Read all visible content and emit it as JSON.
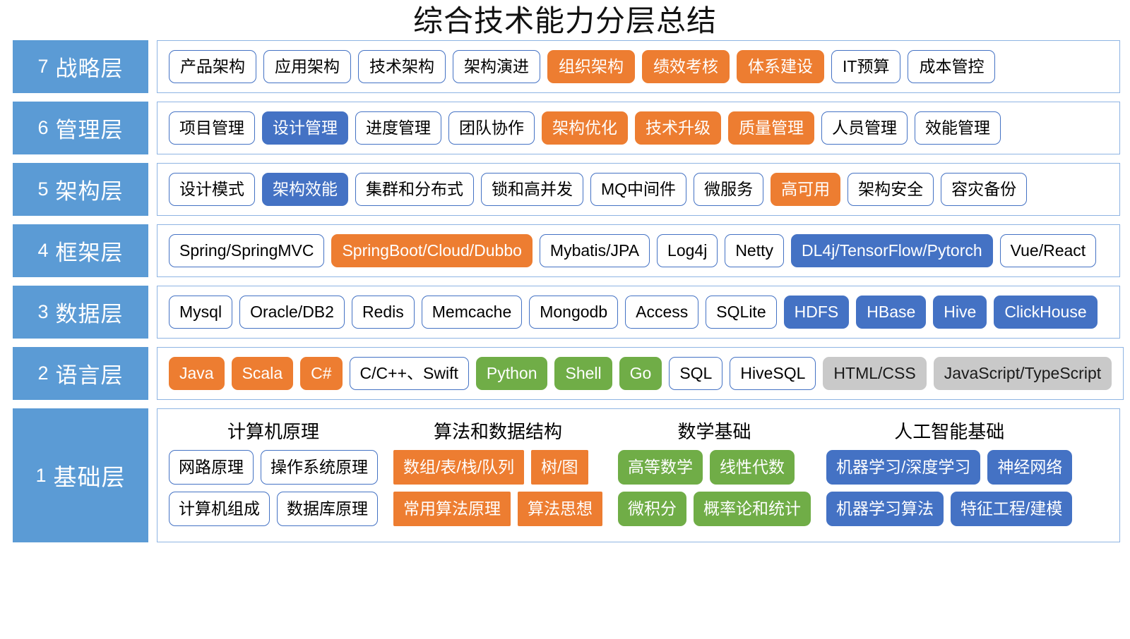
{
  "title": "综合技术能力分层总结",
  "colors": {
    "label_blue": "#5B9BD5",
    "accent_orange": "#ED7D31",
    "accent_blue": "#4472C4",
    "accent_green": "#70AD47",
    "accent_gray": "#C9C9C9",
    "border_blue": "#4472C4"
  },
  "layers": [
    {
      "num": "7",
      "name": "战略层",
      "chips": [
        {
          "label": "产品架构",
          "style": "plain"
        },
        {
          "label": "应用架构",
          "style": "plain"
        },
        {
          "label": "技术架构",
          "style": "plain"
        },
        {
          "label": "架构演进",
          "style": "plain"
        },
        {
          "label": "组织架构",
          "style": "orange"
        },
        {
          "label": "绩效考核",
          "style": "orange"
        },
        {
          "label": "体系建设",
          "style": "orange"
        },
        {
          "label": "IT预算",
          "style": "plain"
        },
        {
          "label": "成本管控",
          "style": "plain"
        }
      ]
    },
    {
      "num": "6",
      "name": "管理层",
      "chips": [
        {
          "label": "项目管理",
          "style": "plain"
        },
        {
          "label": "设计管理",
          "style": "blue"
        },
        {
          "label": "进度管理",
          "style": "plain"
        },
        {
          "label": "团队协作",
          "style": "plain"
        },
        {
          "label": "架构优化",
          "style": "orange"
        },
        {
          "label": "技术升级",
          "style": "orange"
        },
        {
          "label": "质量管理",
          "style": "orange"
        },
        {
          "label": "人员管理",
          "style": "plain"
        },
        {
          "label": "效能管理",
          "style": "plain"
        }
      ]
    },
    {
      "num": "5",
      "name": "架构层",
      "chips": [
        {
          "label": "设计模式",
          "style": "plain"
        },
        {
          "label": "架构效能",
          "style": "blue"
        },
        {
          "label": "集群和分布式",
          "style": "plain"
        },
        {
          "label": "锁和高并发",
          "style": "plain"
        },
        {
          "label": "MQ中间件",
          "style": "plain"
        },
        {
          "label": "微服务",
          "style": "plain"
        },
        {
          "label": "高可用",
          "style": "orange"
        },
        {
          "label": "架构安全",
          "style": "plain"
        },
        {
          "label": "容灾备份",
          "style": "plain"
        }
      ]
    },
    {
      "num": "4",
      "name": "框架层",
      "chips": [
        {
          "label": "Spring/SpringMVC",
          "style": "plain"
        },
        {
          "label": "SpringBoot/Cloud/Dubbo",
          "style": "orange"
        },
        {
          "label": "Mybatis/JPA",
          "style": "plain"
        },
        {
          "label": "Log4j",
          "style": "plain"
        },
        {
          "label": "Netty",
          "style": "plain"
        },
        {
          "label": "DL4j/TensorFlow/Pytorch",
          "style": "blue"
        },
        {
          "label": "Vue/React",
          "style": "plain"
        }
      ]
    },
    {
      "num": "3",
      "name": "数据层",
      "chips": [
        {
          "label": "Mysql",
          "style": "plain"
        },
        {
          "label": "Oracle/DB2",
          "style": "plain"
        },
        {
          "label": "Redis",
          "style": "plain"
        },
        {
          "label": "Memcache",
          "style": "plain"
        },
        {
          "label": "Mongodb",
          "style": "plain"
        },
        {
          "label": "Access",
          "style": "plain"
        },
        {
          "label": "SQLite",
          "style": "plain"
        },
        {
          "label": "HDFS",
          "style": "blue"
        },
        {
          "label": "HBase",
          "style": "blue"
        },
        {
          "label": "Hive",
          "style": "blue"
        },
        {
          "label": "ClickHouse",
          "style": "blue"
        }
      ]
    },
    {
      "num": "2",
      "name": "语言层",
      "chips": [
        {
          "label": "Java",
          "style": "orange"
        },
        {
          "label": "Scala",
          "style": "orange"
        },
        {
          "label": "C#",
          "style": "orange"
        },
        {
          "label": "C/C++、Swift",
          "style": "plain"
        },
        {
          "label": "Python",
          "style": "green"
        },
        {
          "label": "Shell",
          "style": "green"
        },
        {
          "label": "Go",
          "style": "green"
        },
        {
          "label": "SQL",
          "style": "plain"
        },
        {
          "label": "HiveSQL",
          "style": "plain"
        },
        {
          "label": "HTML/CSS",
          "style": "gray"
        },
        {
          "label": "JavaScript/TypeScript",
          "style": "gray"
        }
      ]
    }
  ],
  "base_layer": {
    "num": "1",
    "name": "基础层",
    "groups": [
      {
        "title": "计算机原理",
        "style": "plain",
        "corner": "round",
        "rows": [
          [
            "网路原理",
            "操作系统原理"
          ],
          [
            "计算机组成",
            "数据库原理"
          ]
        ]
      },
      {
        "title": "算法和数据结构",
        "style": "orange",
        "corner": "square",
        "rows": [
          [
            "数组/表/栈/队列",
            "树/图"
          ],
          [
            "常用算法原理",
            "算法思想"
          ]
        ]
      },
      {
        "title": "数学基础",
        "style": "green",
        "corner": "round",
        "rows": [
          [
            "高等数学",
            "线性代数"
          ],
          [
            "微积分",
            "概率论和统计"
          ]
        ]
      },
      {
        "title": "人工智能基础",
        "style": "blue",
        "corner": "round",
        "rows": [
          [
            "机器学习/深度学习",
            "神经网络"
          ],
          [
            "机器学习算法",
            "特征工程/建模"
          ]
        ]
      }
    ]
  }
}
